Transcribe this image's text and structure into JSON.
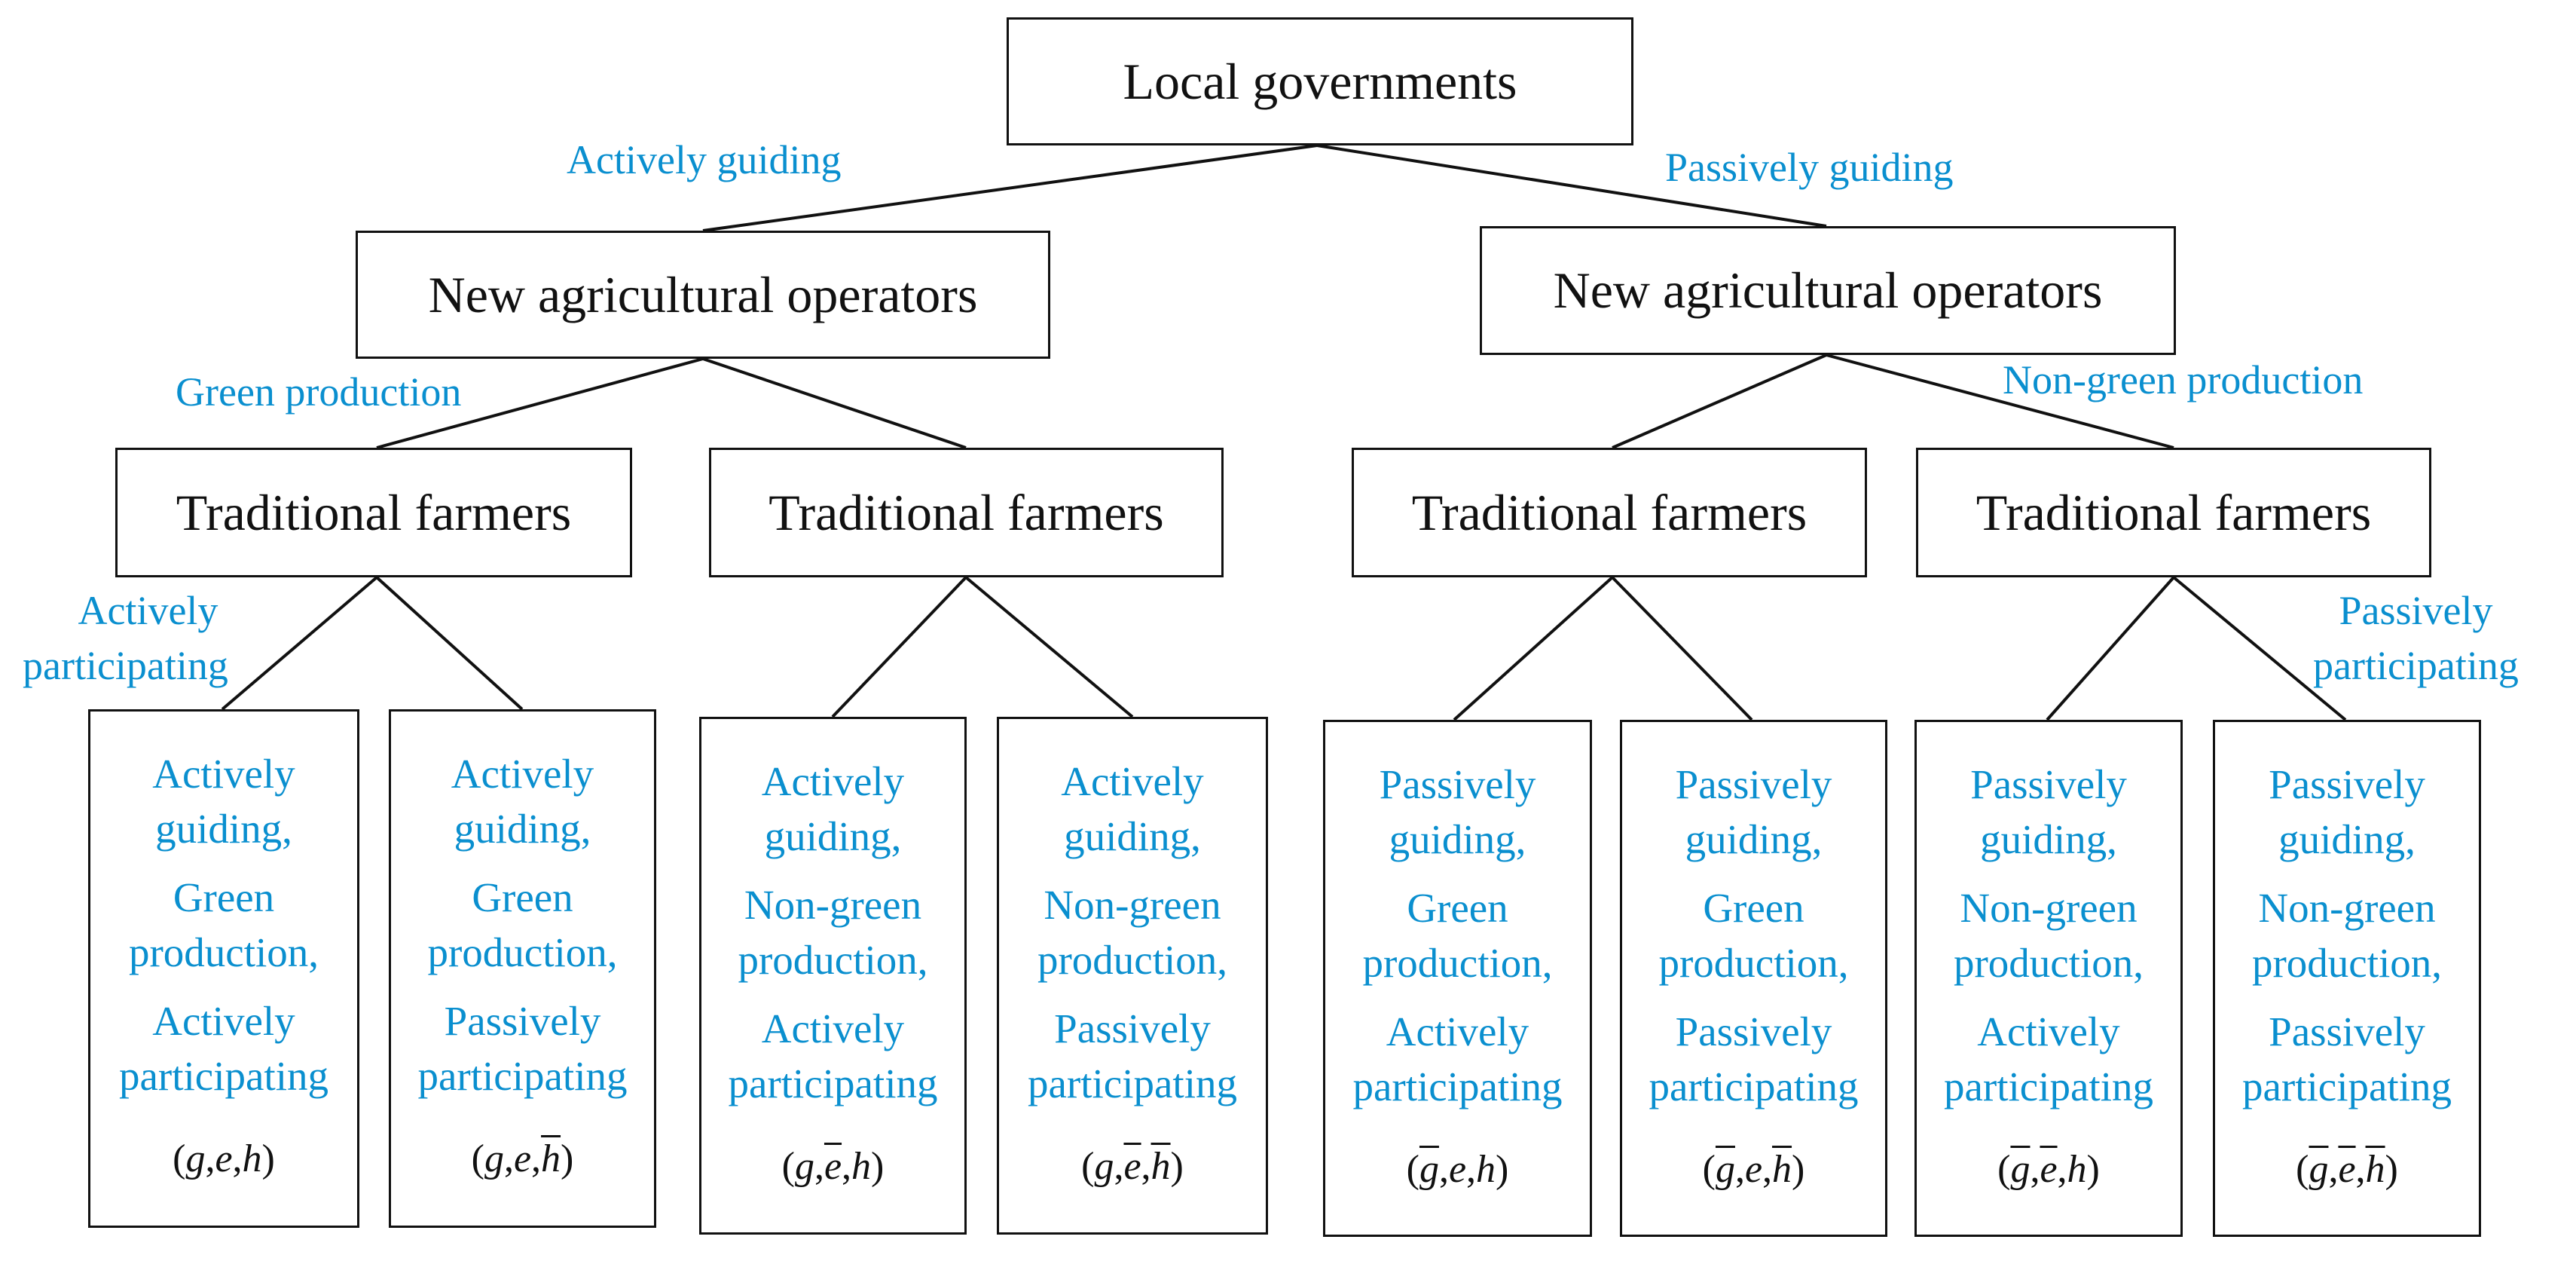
{
  "colors": {
    "label": "#0a8fcf",
    "text": "#111111",
    "line": "#111111"
  },
  "root": {
    "label": "Local governments"
  },
  "level1": [
    {
      "edge_label": "Actively guiding",
      "label": "New agricultural operators"
    },
    {
      "edge_label": "Passively guiding",
      "label": "New agricultural operators"
    }
  ],
  "level2": [
    {
      "label": "Traditional farmers"
    },
    {
      "label": "Traditional farmers"
    },
    {
      "label": "Traditional farmers"
    },
    {
      "label": "Traditional farmers"
    }
  ],
  "level2_edge_labels": {
    "left": "Green production",
    "right": "Non-green production"
  },
  "level3_edge_labels": {
    "left": [
      "Actively",
      "participating"
    ],
    "right": [
      "Passively",
      "participating"
    ]
  },
  "leaves": [
    {
      "lines": [
        "Actively",
        "guiding,",
        "Green",
        "production,",
        "Actively",
        "participating"
      ],
      "tuple": [
        "g",
        "e",
        "h"
      ],
      "bars": [
        false,
        false,
        false
      ]
    },
    {
      "lines": [
        "Actively",
        "guiding,",
        "Green",
        "production,",
        "Passively",
        "participating"
      ],
      "tuple": [
        "g",
        "e",
        "h"
      ],
      "bars": [
        false,
        false,
        true
      ]
    },
    {
      "lines": [
        "Actively",
        "guiding,",
        "Non-green",
        "production,",
        "Actively",
        "participating"
      ],
      "tuple": [
        "g",
        "e",
        "h"
      ],
      "bars": [
        false,
        true,
        false
      ]
    },
    {
      "lines": [
        "Actively",
        "guiding,",
        "Non-green",
        "production,",
        "Passively",
        "participating"
      ],
      "tuple": [
        "g",
        "e",
        "h"
      ],
      "bars": [
        false,
        true,
        true
      ]
    },
    {
      "lines": [
        "Passively",
        "guiding,",
        "Green",
        "production,",
        "Actively",
        "participating"
      ],
      "tuple": [
        "g",
        "e",
        "h"
      ],
      "bars": [
        true,
        false,
        false
      ]
    },
    {
      "lines": [
        "Passively",
        "guiding,",
        "Green",
        "production,",
        "Passively",
        "participating"
      ],
      "tuple": [
        "g",
        "e",
        "h"
      ],
      "bars": [
        true,
        false,
        true
      ]
    },
    {
      "lines": [
        "Passively",
        "guiding,",
        "Non-green",
        "production,",
        "Actively",
        "participating"
      ],
      "tuple": [
        "g",
        "e",
        "h"
      ],
      "bars": [
        true,
        true,
        false
      ]
    },
    {
      "lines": [
        "Passively",
        "guiding,",
        "Non-green",
        "production,",
        "Passively",
        "participating"
      ],
      "tuple": [
        "g",
        "e",
        "h"
      ],
      "bars": [
        true,
        true,
        true
      ]
    }
  ]
}
